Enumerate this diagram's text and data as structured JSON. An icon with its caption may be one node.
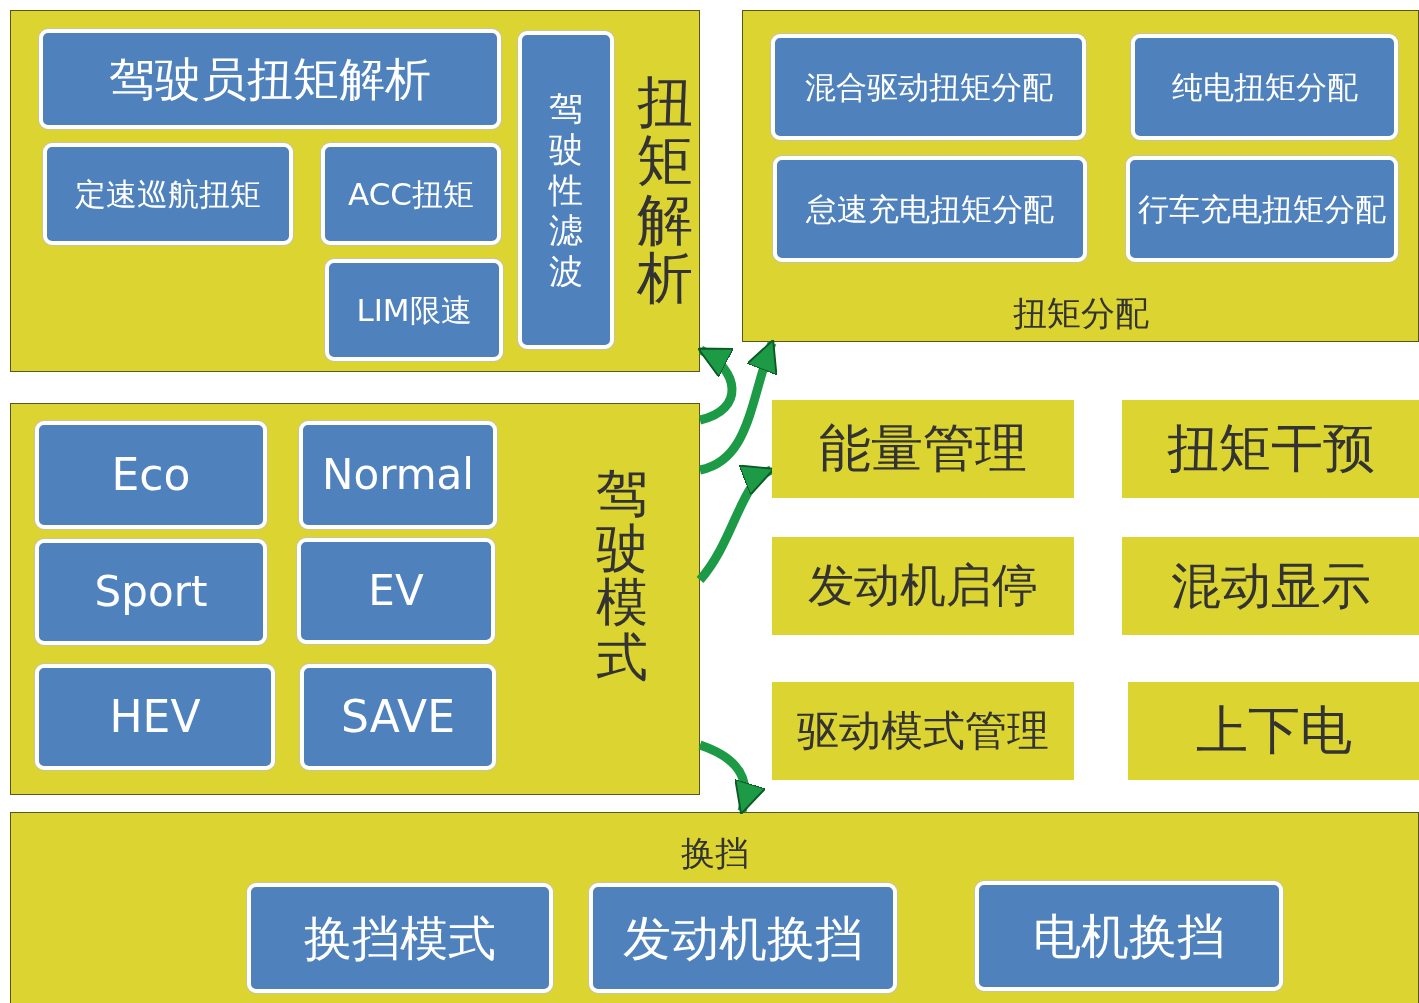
{
  "diagram": {
    "nodes": [
      {
        "text": [
          "扭矩解析"
        ]
      },
      {
        "text": [
          "驾驶员扭矩解析"
        ],
        "in": 0
      },
      {
        "text": [
          "定速巡航扭矩"
        ],
        "in": 0
      },
      {
        "text": [
          "ACC扭矩"
        ],
        "in": 0
      },
      {
        "text": [
          "LIM限速"
        ],
        "in": 0
      },
      {
        "text": [
          "驾驶性滤波"
        ],
        "in": 0
      },
      {
        "text": [
          "扭矩分配"
        ]
      },
      {
        "text": [
          "混合驱动扭矩分配"
        ],
        "in": 6
      },
      {
        "text": [
          "纯电扭矩分配"
        ],
        "in": 6
      },
      {
        "text": [
          "怠速充电扭矩分配"
        ],
        "in": 6
      },
      {
        "text": [
          "行车充电扭矩分配"
        ],
        "in": 6
      },
      {
        "text": [
          "驾驶模式"
        ]
      },
      {
        "text": [
          "Eco"
        ],
        "in": 11
      },
      {
        "text": [
          "Normal"
        ],
        "in": 11
      },
      {
        "text": [
          "Sport"
        ],
        "in": 11
      },
      {
        "text": [
          "EV"
        ],
        "in": 11
      },
      {
        "text": [
          "HEV"
        ],
        "in": 11
      },
      {
        "text": [
          "SAVE"
        ],
        "in": 11
      },
      {
        "text": [
          "能量管理"
        ]
      },
      {
        "text": [
          "扭矩干预"
        ]
      },
      {
        "text": [
          "发动机启停"
        ]
      },
      {
        "text": [
          "混动显示"
        ]
      },
      {
        "text": [
          "驱动模式管理"
        ]
      },
      {
        "text": [
          "上下电"
        ]
      },
      {
        "text": [
          "换挡"
        ]
      },
      {
        "text": [
          "换挡模式"
        ],
        "in": 24
      },
      {
        "text": [
          "发动机换挡"
        ],
        "in": 24
      },
      {
        "text": [
          "电机换挡"
        ],
        "in": 24
      }
    ],
    "edges": [
      {
        "from": 11,
        "to": 0,
        "arrow": "to"
      },
      {
        "from": 11,
        "to": 6,
        "arrow": "to"
      },
      {
        "from": 11,
        "to": 18,
        "arrow": "to"
      },
      {
        "from": 11,
        "to": 24,
        "arrow": "to"
      }
    ]
  }
}
